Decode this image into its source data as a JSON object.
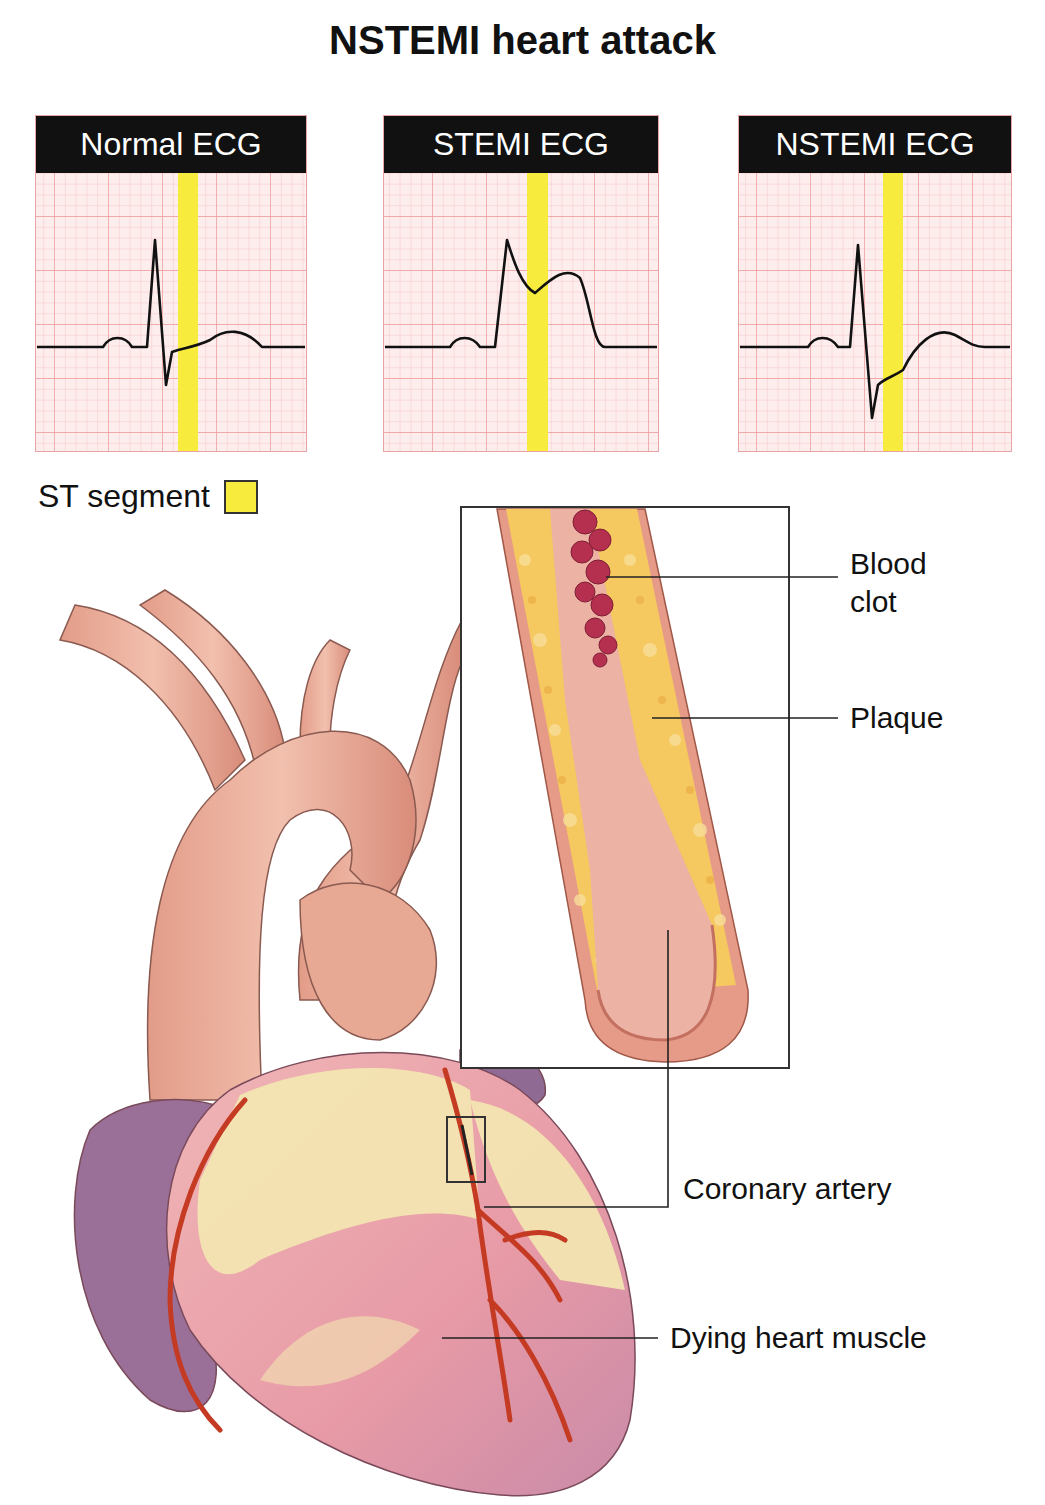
{
  "diagram": {
    "title": "NSTEMI heart attack",
    "nodes": [
      {
        "text": [
          "Normal ECG"
        ]
      },
      {
        "text": [
          "STEMI ECG"
        ]
      },
      {
        "text": [
          "NSTEMI ECG"
        ]
      }
    ],
    "labels": [
      "Blood clot",
      "Plaque",
      "Coronary artery",
      "Dying heart muscle"
    ],
    "legend": [
      {
        "text": "ST segment",
        "color": "#f7ec3d"
      }
    ]
  }
}
